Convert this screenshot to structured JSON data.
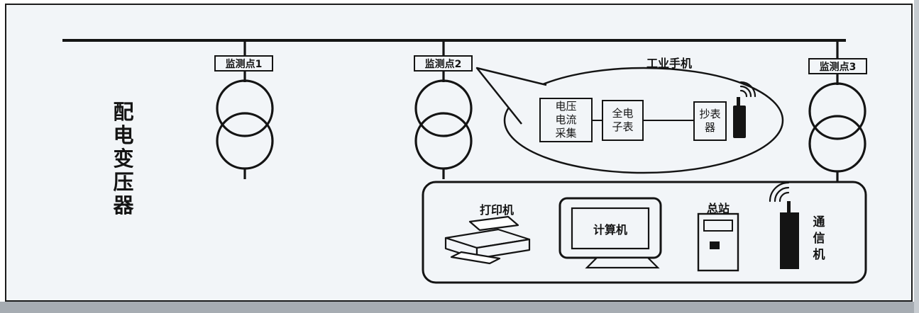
{
  "page": {
    "background": "#f2f5f8",
    "ink": "#141414"
  },
  "left_title": "配\n电\n变\n压\n器",
  "monitor_points": [
    {
      "label": "监测点1"
    },
    {
      "label": "监测点2"
    },
    {
      "label": "监测点3"
    }
  ],
  "bubble": {
    "title": "工业手机",
    "box1": "电压\n电流\n采集",
    "box2": "全电\n子表",
    "box3": "抄表\n器"
  },
  "station": {
    "printer": "打印机",
    "computer": "计算机",
    "main_station": "总站",
    "communicator": "通\n信\n机"
  }
}
